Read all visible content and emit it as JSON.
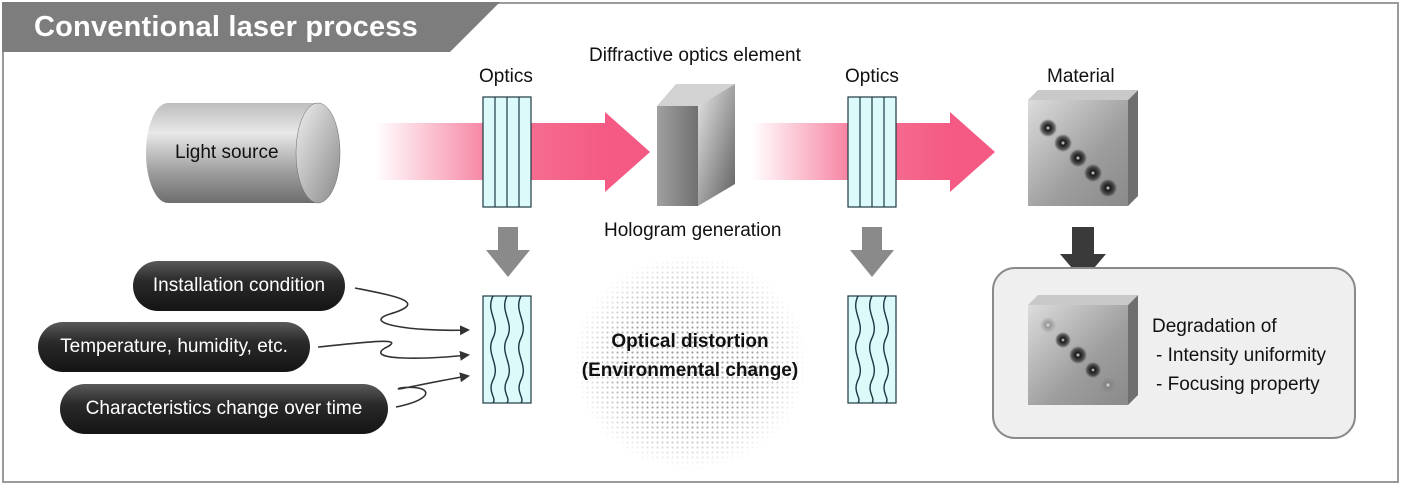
{
  "header": {
    "title": "Conventional laser process"
  },
  "labels": {
    "optics_left": "Optics",
    "doe": "Diffractive optics element",
    "optics_right": "Optics",
    "material": "Material",
    "light_source": "Light source",
    "hologram": "Hologram generation"
  },
  "factors": [
    {
      "label": "Installation condition"
    },
    {
      "label": "Temperature, humidity, etc."
    },
    {
      "label": "Characteristics change over time"
    }
  ],
  "distortion": {
    "line1": "Optical distortion",
    "line2": "(Environmental change)"
  },
  "degradation": {
    "heading": "Degradation of",
    "item1": "- Intensity uniformity",
    "item2": "- Focusing property"
  },
  "colors": {
    "beam": "#f45a83",
    "optics_fill": "#dcfafa",
    "header_bg": "#7d7d7d",
    "result_box": "#efefef"
  }
}
